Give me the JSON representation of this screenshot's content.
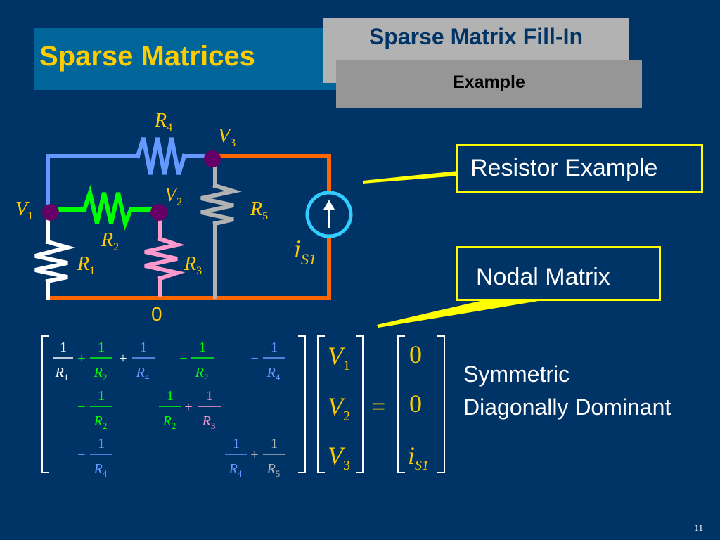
{
  "header": {
    "title": "Sparse Matrices",
    "subtitle": "Sparse Matrix Fill-In",
    "section": "Example"
  },
  "callouts": {
    "resistor_example": "Resistor Example",
    "nodal_matrix": "Nodal Matrix"
  },
  "notes": {
    "line1": "Symmetric",
    "line2": "Diagonally Dominant"
  },
  "circuit": {
    "nodes": {
      "v1": "V",
      "v1_sub": "1",
      "v2": "V",
      "v2_sub": "2",
      "v3": "V",
      "v3_sub": "3",
      "ground": "0"
    },
    "resistors": [
      {
        "name": "R",
        "sub": "1"
      },
      {
        "name": "R",
        "sub": "2"
      },
      {
        "name": "R",
        "sub": "3"
      },
      {
        "name": "R",
        "sub": "4"
      },
      {
        "name": "R",
        "sub": "5"
      }
    ],
    "source": {
      "name": "i",
      "sub": "S1"
    }
  },
  "equation": {
    "one": "1",
    "plus": "+",
    "minus": "−",
    "equals": "=",
    "rhs_zero": "0",
    "vector": [
      "V",
      "V",
      "V"
    ],
    "vector_subs": [
      "1",
      "2",
      "3"
    ],
    "rhs_source": "i",
    "rhs_source_sub": "S1"
  },
  "colors": {
    "background": "#003366",
    "title_text": "#ffcc00",
    "r1": "#ffffff",
    "r2": "#00ff00",
    "r3": "#ff99cc",
    "r4": "#6699ff",
    "r5": "#b2b2b2",
    "source": "#33ccff",
    "ground_wire": "#ff6600",
    "node": "#660066",
    "callout_border": "#ffff00"
  },
  "page_number": "11"
}
